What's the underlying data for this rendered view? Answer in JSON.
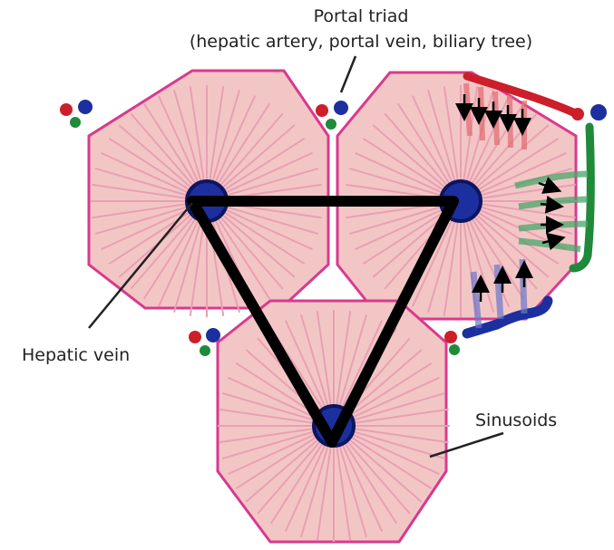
{
  "labels": {
    "portal_triad_title": "Portal triad",
    "portal_triad_detail": "(hepatic artery, portal vein, biliary tree)",
    "hepatic_vein": "Hepatic vein",
    "sinusoids": "Sinusoids"
  },
  "colors": {
    "lobule_fill": "#f3c6c6",
    "lobule_outline": "#d83a8e",
    "sinusoid_ray": "#e8a0b2",
    "central_vein": "#1c2f9e",
    "hepatic_artery": "#cc1f2a",
    "portal_vein": "#1c2f9e",
    "biliary_tree": "#1f8a3a",
    "triangle": "#000000",
    "arrow": "#000000"
  },
  "structures": {
    "lobules": [
      "left-lobule",
      "right-lobule",
      "bottom-lobule"
    ],
    "portal_triads": [
      "hepatic-artery",
      "portal-vein",
      "bile-duct"
    ],
    "acinus_triangle": "connects the three central veins"
  }
}
